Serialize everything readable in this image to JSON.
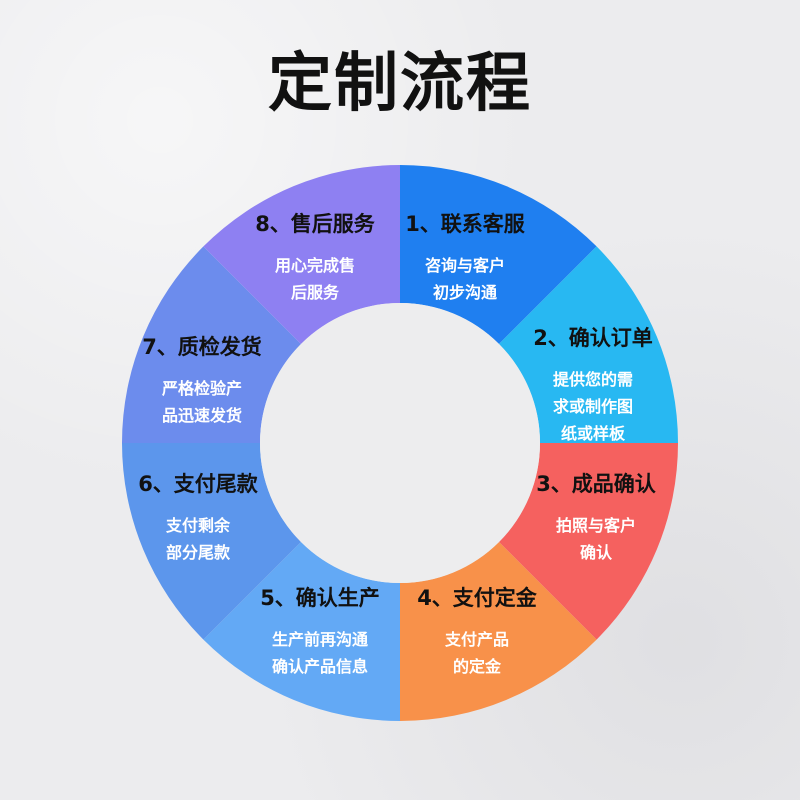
{
  "title": "定制流程",
  "steps": [
    {
      "heading": "1、联系客服",
      "desc": [
        "咨询与客户",
        "初步沟通"
      ],
      "color": "#1f7ff0"
    },
    {
      "heading": "2、确认订单",
      "desc": [
        "提供您的需",
        "求或制作图",
        "纸或样板"
      ],
      "color": "#28b8f2"
    },
    {
      "heading": "3、成品确认",
      "desc": [
        "拍照与客户",
        "确认"
      ],
      "color": "#f5615f"
    },
    {
      "heading": "4、支付定金",
      "desc": [
        "支付产品",
        "的定金"
      ],
      "color": "#f8914a"
    },
    {
      "heading": "5、确认生产",
      "desc": [
        "生产前再沟通",
        "确认产品信息"
      ],
      "color": "#63a9f5"
    },
    {
      "heading": "6、支付尾款",
      "desc": [
        "支付剩余",
        "部分尾款"
      ],
      "color": "#5c96ec"
    },
    {
      "heading": "7、质检发货",
      "desc": [
        "严格检验产",
        "品迅速发货"
      ],
      "color": "#6c8ced"
    },
    {
      "heading": "8、售后服务",
      "desc": [
        "用心完成售",
        "后服务"
      ],
      "color": "#8e80f2"
    }
  ]
}
